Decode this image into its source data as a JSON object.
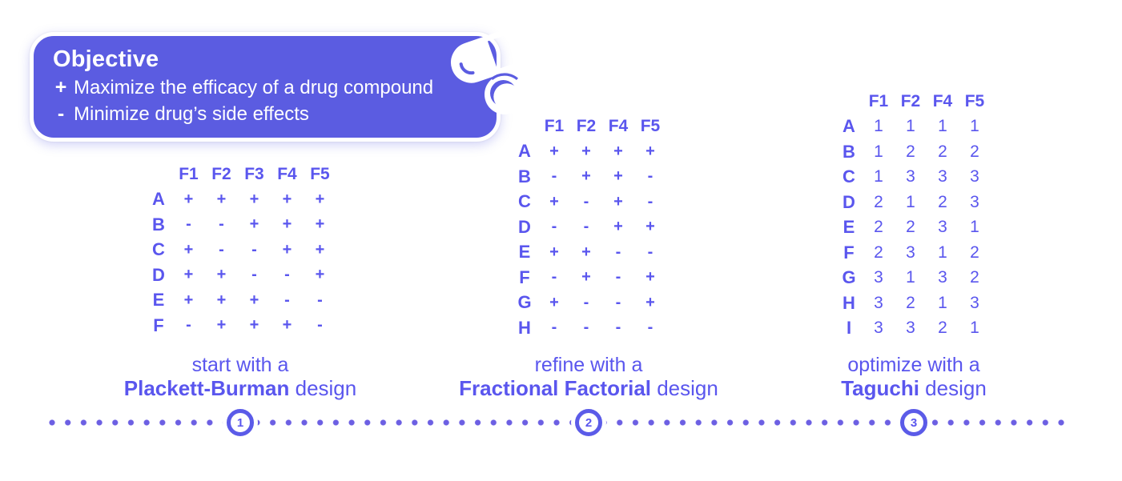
{
  "colors": {
    "card_bg": "#5b5ce1",
    "text_purple": "#5a56ee",
    "dot_purple": "#6c5fe3",
    "ring_purple": "#5b5be8",
    "white": "#ffffff"
  },
  "objective_card": {
    "title": "Objective",
    "bullets": [
      {
        "marker": "+",
        "text": "Maximize the efficacy of a drug compound"
      },
      {
        "marker": "-",
        "text": "Minimize drug’s side effects"
      }
    ],
    "icon": "pill-capsule-and-round-pill"
  },
  "steps": [
    {
      "number": "1",
      "caption_prefix": "start with a",
      "caption_name": "Plackett-Burman",
      "caption_suffix": " design",
      "table": {
        "headers": [
          "F1",
          "F2",
          "F3",
          "F4",
          "F5"
        ],
        "rows": [
          {
            "label": "A",
            "values": [
              "+",
              "+",
              "+",
              "+",
              "+"
            ]
          },
          {
            "label": "B",
            "values": [
              "-",
              "-",
              "+",
              "+",
              "+"
            ]
          },
          {
            "label": "C",
            "values": [
              "+",
              "-",
              "-",
              "+",
              "+"
            ]
          },
          {
            "label": "D",
            "values": [
              "+",
              "+",
              "-",
              "-",
              "+"
            ]
          },
          {
            "label": "E",
            "values": [
              "+",
              "+",
              "+",
              "-",
              "-"
            ]
          },
          {
            "label": "F",
            "values": [
              "-",
              "+",
              "+",
              "+",
              "-"
            ]
          }
        ]
      }
    },
    {
      "number": "2",
      "caption_prefix": "refine with a",
      "caption_name": "Fractional Factorial",
      "caption_suffix": " design",
      "table": {
        "headers": [
          "F1",
          "F2",
          "F4",
          "F5"
        ],
        "rows": [
          {
            "label": "A",
            "values": [
              "+",
              "+",
              "+",
              "+"
            ]
          },
          {
            "label": "B",
            "values": [
              "-",
              "+",
              "+",
              "-"
            ]
          },
          {
            "label": "C",
            "values": [
              "+",
              "-",
              "+",
              "-"
            ]
          },
          {
            "label": "D",
            "values": [
              "-",
              "-",
              "+",
              "+"
            ]
          },
          {
            "label": "E",
            "values": [
              "+",
              "+",
              "-",
              "-"
            ]
          },
          {
            "label": "F",
            "values": [
              "-",
              "+",
              "-",
              "+"
            ]
          },
          {
            "label": "G",
            "values": [
              "+",
              "-",
              "-",
              "+"
            ]
          },
          {
            "label": "H",
            "values": [
              "-",
              "-",
              "-",
              "-"
            ]
          }
        ]
      }
    },
    {
      "number": "3",
      "caption_prefix": "optimize with a",
      "caption_name": "Taguchi",
      "caption_suffix": " design",
      "table": {
        "headers": [
          "F1",
          "F2",
          "F4",
          "F5"
        ],
        "rows": [
          {
            "label": "A",
            "values": [
              "1",
              "1",
              "1",
              "1"
            ]
          },
          {
            "label": "B",
            "values": [
              "1",
              "2",
              "2",
              "2"
            ]
          },
          {
            "label": "C",
            "values": [
              "1",
              "3",
              "3",
              "3"
            ]
          },
          {
            "label": "D",
            "values": [
              "2",
              "1",
              "2",
              "3"
            ]
          },
          {
            "label": "E",
            "values": [
              "2",
              "2",
              "3",
              "1"
            ]
          },
          {
            "label": "F",
            "values": [
              "2",
              "3",
              "1",
              "2"
            ]
          },
          {
            "label": "G",
            "values": [
              "3",
              "1",
              "3",
              "2"
            ]
          },
          {
            "label": "H",
            "values": [
              "3",
              "2",
              "1",
              "3"
            ]
          },
          {
            "label": "I",
            "values": [
              "3",
              "3",
              "2",
              "1"
            ]
          }
        ]
      }
    }
  ],
  "timeline": {
    "markers": [
      "1",
      "2",
      "3"
    ]
  }
}
